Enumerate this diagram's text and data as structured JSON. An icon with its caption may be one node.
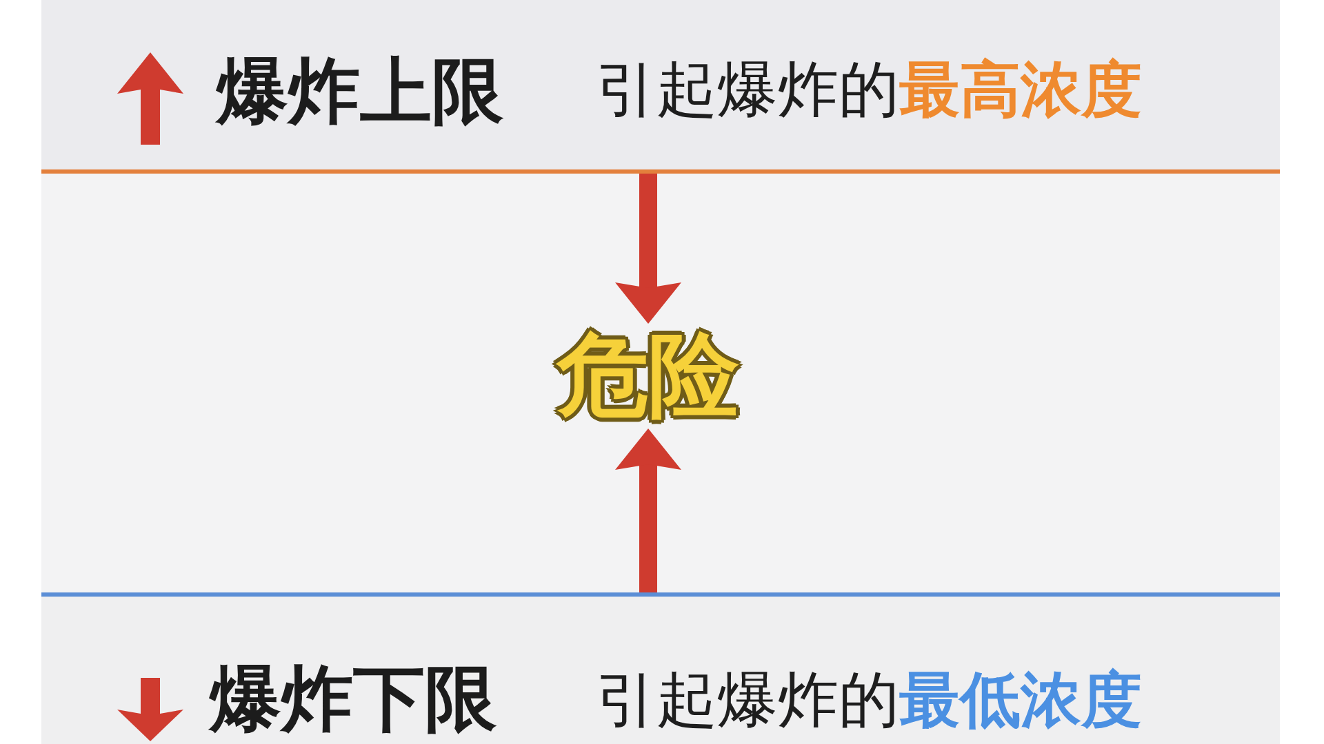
{
  "diagram": {
    "nodes": [
      {
        "text": [
          "爆炸上限",
          "引起爆炸的**最高浓度**"
        ]
      },
      {
        "text": [
          "危险"
        ]
      },
      {
        "text": [
          "爆炸下限",
          "引起爆炸的**最低浓度**"
        ]
      }
    ],
    "edges": [
      {
        "from": 0,
        "to": 1,
        "arrow": "to"
      },
      {
        "from": 2,
        "to": 1,
        "arrow": "to"
      }
    ]
  }
}
